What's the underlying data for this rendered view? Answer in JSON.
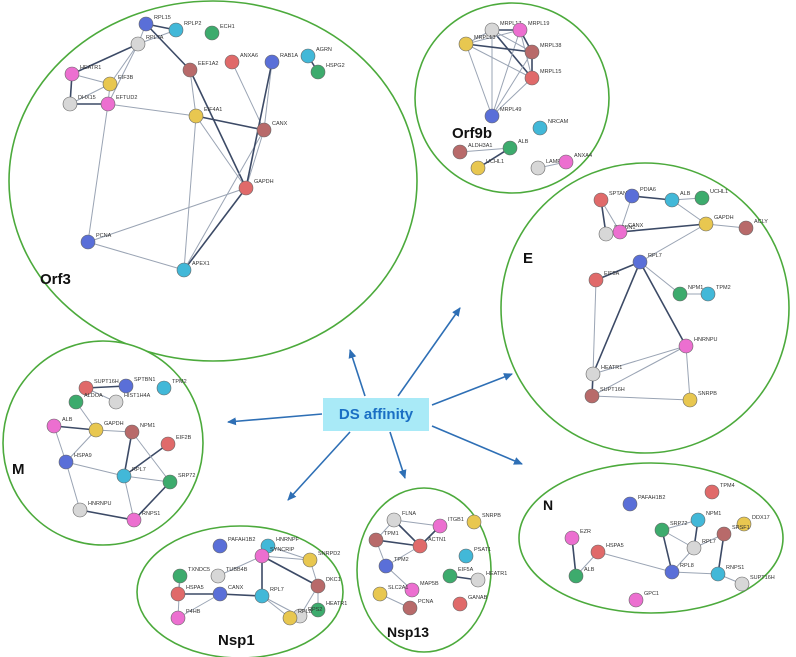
{
  "center": {
    "label": "DS affinity"
  },
  "clusters": [
    {
      "id": "orf3",
      "label": "Orf3",
      "nodes": [
        {
          "label": "RPL15"
        },
        {
          "label": "RPLP2"
        },
        {
          "label": "ECH1"
        },
        {
          "label": "RPL7A"
        },
        {
          "label": "HEATR1"
        },
        {
          "label": "EIF3B"
        },
        {
          "label": "EEF1A2"
        },
        {
          "label": "ANXA6"
        },
        {
          "label": "RAB1A"
        },
        {
          "label": "AGRN"
        },
        {
          "label": "HSPG2"
        },
        {
          "label": "DHX15"
        },
        {
          "label": "EFTUD2"
        },
        {
          "label": "EIF4A1"
        },
        {
          "label": "CANX"
        },
        {
          "label": "GAPDH"
        },
        {
          "label": "PCNA"
        },
        {
          "label": "APEX1"
        }
      ],
      "edges": [
        [
          0,
          1
        ],
        [
          0,
          3
        ],
        [
          1,
          3
        ],
        [
          3,
          4
        ],
        [
          3,
          5
        ],
        [
          4,
          5
        ],
        [
          4,
          11
        ],
        [
          5,
          11
        ],
        [
          5,
          12
        ],
        [
          11,
          12
        ],
        [
          3,
          12
        ],
        [
          6,
          13
        ],
        [
          13,
          14
        ],
        [
          13,
          15
        ],
        [
          14,
          15
        ],
        [
          6,
          15
        ],
        [
          7,
          14
        ],
        [
          8,
          14
        ],
        [
          9,
          10
        ],
        [
          15,
          16
        ],
        [
          16,
          17
        ],
        [
          15,
          17
        ],
        [
          12,
          16
        ],
        [
          12,
          13
        ],
        [
          0,
          6
        ],
        [
          13,
          17
        ],
        [
          14,
          17
        ],
        [
          8,
          15
        ]
      ]
    },
    {
      "id": "orf9b",
      "label": "Orf9b",
      "nodes": [
        {
          "label": "MRPL17"
        },
        {
          "label": "MRPL19"
        },
        {
          "label": "MRPL13"
        },
        {
          "label": "MRPL38"
        },
        {
          "label": "MRPL15"
        },
        {
          "label": "MRPL49"
        },
        {
          "label": "NRCAM"
        },
        {
          "label": "ALB"
        },
        {
          "label": "LAMP2"
        },
        {
          "label": "ANXA4"
        },
        {
          "label": "UCHL1"
        },
        {
          "label": "ALDH3A1"
        }
      ],
      "edges": [
        [
          0,
          1
        ],
        [
          0,
          2
        ],
        [
          0,
          3
        ],
        [
          0,
          4
        ],
        [
          0,
          5
        ],
        [
          1,
          2
        ],
        [
          1,
          3
        ],
        [
          1,
          4
        ],
        [
          1,
          5
        ],
        [
          2,
          3
        ],
        [
          2,
          4
        ],
        [
          2,
          5
        ],
        [
          3,
          4
        ],
        [
          3,
          5
        ],
        [
          4,
          5
        ],
        [
          7,
          10
        ],
        [
          7,
          11
        ],
        [
          8,
          9
        ]
      ]
    },
    {
      "id": "e",
      "label": "E",
      "nodes": [
        {
          "label": "SPTAN1"
        },
        {
          "label": "PDIA6"
        },
        {
          "label": "ALB"
        },
        {
          "label": "UCHL1"
        },
        {
          "label": "SPTBN1"
        },
        {
          "label": "CANX"
        },
        {
          "label": "GAPDH"
        },
        {
          "label": "ACLY"
        },
        {
          "label": "EIF5A"
        },
        {
          "label": "RPL7"
        },
        {
          "label": "TPM2"
        },
        {
          "label": "NPM1"
        },
        {
          "label": "HEATR1"
        },
        {
          "label": "HNRNPU"
        },
        {
          "label": "SNRPB"
        },
        {
          "label": "SUPT16H"
        }
      ],
      "edges": [
        [
          0,
          4
        ],
        [
          0,
          5
        ],
        [
          1,
          5
        ],
        [
          1,
          2
        ],
        [
          2,
          3
        ],
        [
          2,
          6
        ],
        [
          5,
          6
        ],
        [
          6,
          7
        ],
        [
          6,
          9
        ],
        [
          8,
          9
        ],
        [
          9,
          11
        ],
        [
          10,
          11
        ],
        [
          9,
          12
        ],
        [
          12,
          13
        ],
        [
          13,
          14
        ],
        [
          12,
          15
        ],
        [
          13,
          15
        ],
        [
          8,
          12
        ],
        [
          9,
          13
        ],
        [
          14,
          15
        ]
      ]
    },
    {
      "id": "m",
      "label": "M",
      "nodes": [
        {
          "label": "SUPT16H"
        },
        {
          "label": "SPTBN1"
        },
        {
          "label": "TPM2"
        },
        {
          "label": "ALDOA"
        },
        {
          "label": "HIST1H4A"
        },
        {
          "label": "ALB"
        },
        {
          "label": "GAPDH"
        },
        {
          "label": "NPM1"
        },
        {
          "label": "EIF2B"
        },
        {
          "label": "HSPA9"
        },
        {
          "label": "RPL7"
        },
        {
          "label": "SRP72"
        },
        {
          "label": "HNRNPU"
        },
        {
          "label": "RNPS1"
        }
      ],
      "edges": [
        [
          0,
          1
        ],
        [
          0,
          4
        ],
        [
          3,
          6
        ],
        [
          5,
          6
        ],
        [
          6,
          7
        ],
        [
          6,
          9
        ],
        [
          7,
          10
        ],
        [
          9,
          10
        ],
        [
          10,
          11
        ],
        [
          8,
          10
        ],
        [
          9,
          12
        ],
        [
          10,
          13
        ],
        [
          12,
          13
        ],
        [
          7,
          11
        ],
        [
          5,
          9
        ],
        [
          11,
          13
        ]
      ]
    },
    {
      "id": "nsp1",
      "label": "Nsp1",
      "nodes": [
        {
          "label": "PAFAH1B2"
        },
        {
          "label": "HNRNPF"
        },
        {
          "label": "TXNDC5"
        },
        {
          "label": "TUBB4B"
        },
        {
          "label": "SYNCRIP"
        },
        {
          "label": "SNRPD2"
        },
        {
          "label": "DKC1"
        },
        {
          "label": "HSPA5"
        },
        {
          "label": "CANX"
        },
        {
          "label": "RPL7"
        },
        {
          "label": "HEATR1"
        },
        {
          "label": "RPS2"
        },
        {
          "label": "P4HB"
        },
        {
          "label": "RPL8"
        }
      ],
      "edges": [
        [
          1,
          4
        ],
        [
          1,
          5
        ],
        [
          4,
          5
        ],
        [
          4,
          6
        ],
        [
          3,
          4
        ],
        [
          2,
          7
        ],
        [
          7,
          8
        ],
        [
          8,
          12
        ],
        [
          2,
          12
        ],
        [
          8,
          9
        ],
        [
          9,
          13
        ],
        [
          9,
          11
        ],
        [
          11,
          13
        ],
        [
          6,
          10
        ],
        [
          6,
          11
        ],
        [
          4,
          9
        ],
        [
          5,
          6
        ]
      ]
    },
    {
      "id": "nsp13",
      "label": "Nsp13",
      "nodes": [
        {
          "label": "FLNA"
        },
        {
          "label": "ITGB1"
        },
        {
          "label": "SNRPB"
        },
        {
          "label": "TPM1"
        },
        {
          "label": "ACTN1"
        },
        {
          "label": "TPM2"
        },
        {
          "label": "PSAT1"
        },
        {
          "label": "EIF5A"
        },
        {
          "label": "HEATR1"
        },
        {
          "label": "MAP5B"
        },
        {
          "label": "SLC2A1"
        },
        {
          "label": "PCNA"
        },
        {
          "label": "GANAB"
        }
      ],
      "edges": [
        [
          0,
          4
        ],
        [
          0,
          3
        ],
        [
          0,
          1
        ],
        [
          3,
          4
        ],
        [
          4,
          5
        ],
        [
          3,
          5
        ],
        [
          1,
          4
        ],
        [
          5,
          9
        ],
        [
          10,
          11
        ],
        [
          7,
          8
        ]
      ]
    },
    {
      "id": "n",
      "label": "N",
      "nodes": [
        {
          "label": "TPM4"
        },
        {
          "label": "PAFAH1B2"
        },
        {
          "label": "NPM1"
        },
        {
          "label": "SRP72"
        },
        {
          "label": "RPL7"
        },
        {
          "label": "EZR"
        },
        {
          "label": "DDX17"
        },
        {
          "label": "SRSF1"
        },
        {
          "label": "HSPA5"
        },
        {
          "label": "RPL8"
        },
        {
          "label": "RNPS1"
        },
        {
          "label": "ALB"
        },
        {
          "label": "SUPT16H"
        },
        {
          "label": "GPC1"
        }
      ],
      "edges": [
        [
          2,
          4
        ],
        [
          3,
          4
        ],
        [
          4,
          9
        ],
        [
          3,
          9
        ],
        [
          4,
          7
        ],
        [
          9,
          10
        ],
        [
          7,
          10
        ],
        [
          8,
          11
        ],
        [
          8,
          9
        ],
        [
          5,
          11
        ],
        [
          10,
          12
        ],
        [
          2,
          3
        ]
      ]
    }
  ]
}
